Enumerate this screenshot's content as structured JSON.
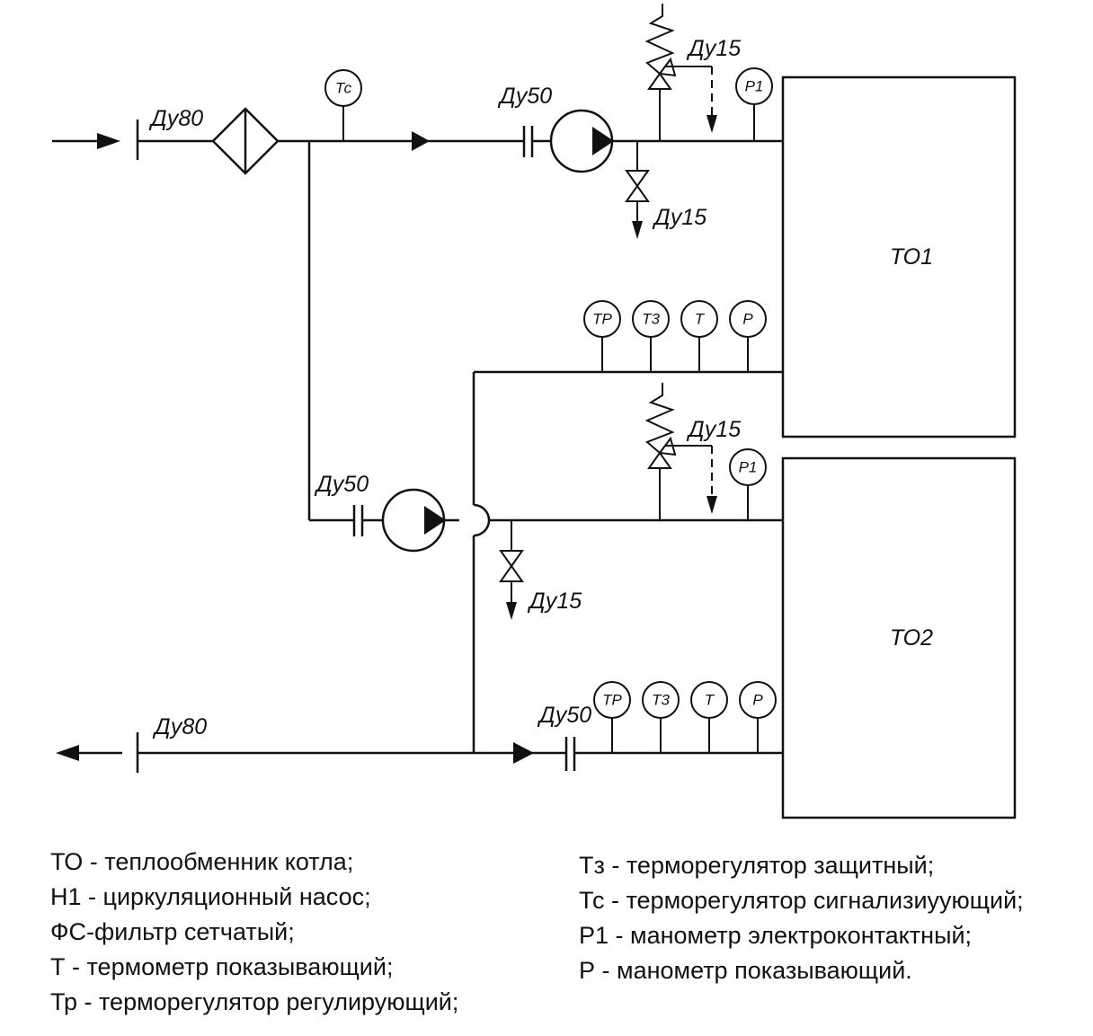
{
  "diagram": {
    "labels": {
      "du80_in": "Ду80",
      "du80_out": "Ду80",
      "du50_top": "Ду50",
      "du50_mid": "Ду50",
      "du50_bot": "Ду50",
      "du15_relief_top": "Ду15",
      "du15_drain_top": "Ду15",
      "du15_relief_mid": "Ду15",
      "du15_drain_mid": "Ду15",
      "to1": "ТО1",
      "to2": "ТО2"
    },
    "gauges": {
      "tc": "Тс",
      "p1_top": "Р1",
      "p1_mid": "Р1",
      "tr_1": "ТР",
      "tz_1": "Т3",
      "t_1": "Т",
      "p_1": "Р",
      "tr_2": "ТР",
      "tz_2": "Т3",
      "t_2": "Т",
      "p_2": "Р"
    }
  },
  "legend": {
    "left": [
      "ТО - теплообменник котла;",
      "Н1 - циркуляционный насос;",
      "ФС-фильтр сетчатый;",
      "Т  -  термометр показывающий;",
      "Тр -  терморегулятор регулирующий;"
    ],
    "right": [
      "Тз  - терморегулятор защитный;",
      "Тс  - терморегулятор сигнализиуующий;",
      "Р1 - манометр электроконтактный;",
      "Р - манометр показывающий."
    ]
  }
}
